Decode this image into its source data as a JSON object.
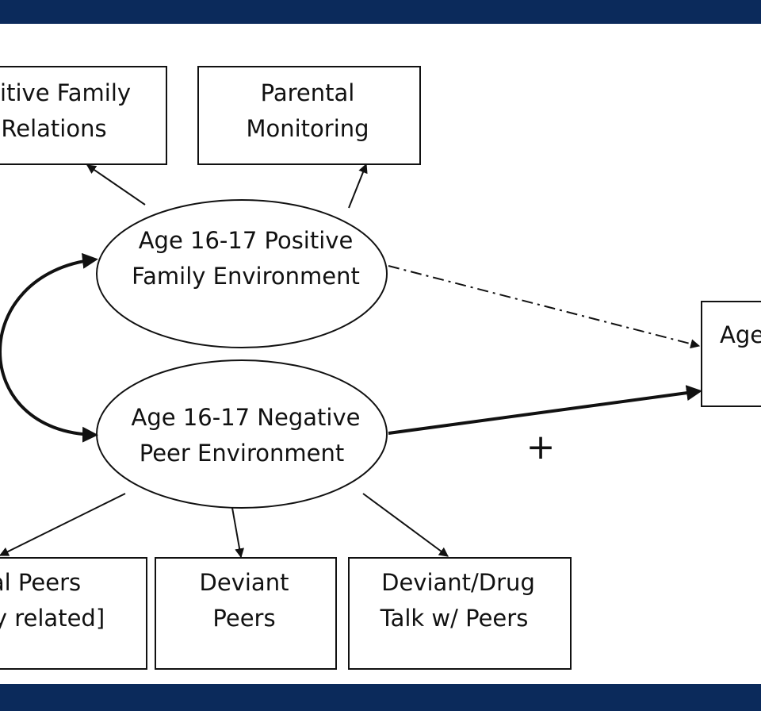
{
  "colors": {
    "band": "#0b2a5b",
    "line": "#111111",
    "fill": "#ffffff"
  },
  "boxes": {
    "positive_family_relations": {
      "line1": "sitive Family",
      "line2": "Relations"
    },
    "parental_monitoring": {
      "line1": "Parental",
      "line2": "Monitoring"
    },
    "outcome": {
      "line1": "Age"
    },
    "prosocial_peers": {
      "line1": "al Peers",
      "line2": "y related]"
    },
    "deviant_peers": {
      "line1": "Deviant",
      "line2": "Peers"
    },
    "deviant_drug_talk": {
      "line1": "Deviant/Drug",
      "line2": "Talk w/ Peers"
    }
  },
  "latents": {
    "positive_family_environment": {
      "line1": "Age 16-17 Positive",
      "line2": "Family Environment"
    },
    "negative_peer_environment": {
      "line1": "Age 16-17 Negative",
      "line2": "Peer Environment"
    }
  },
  "paths": {
    "negative_peer_to_outcome_sign": "+"
  }
}
